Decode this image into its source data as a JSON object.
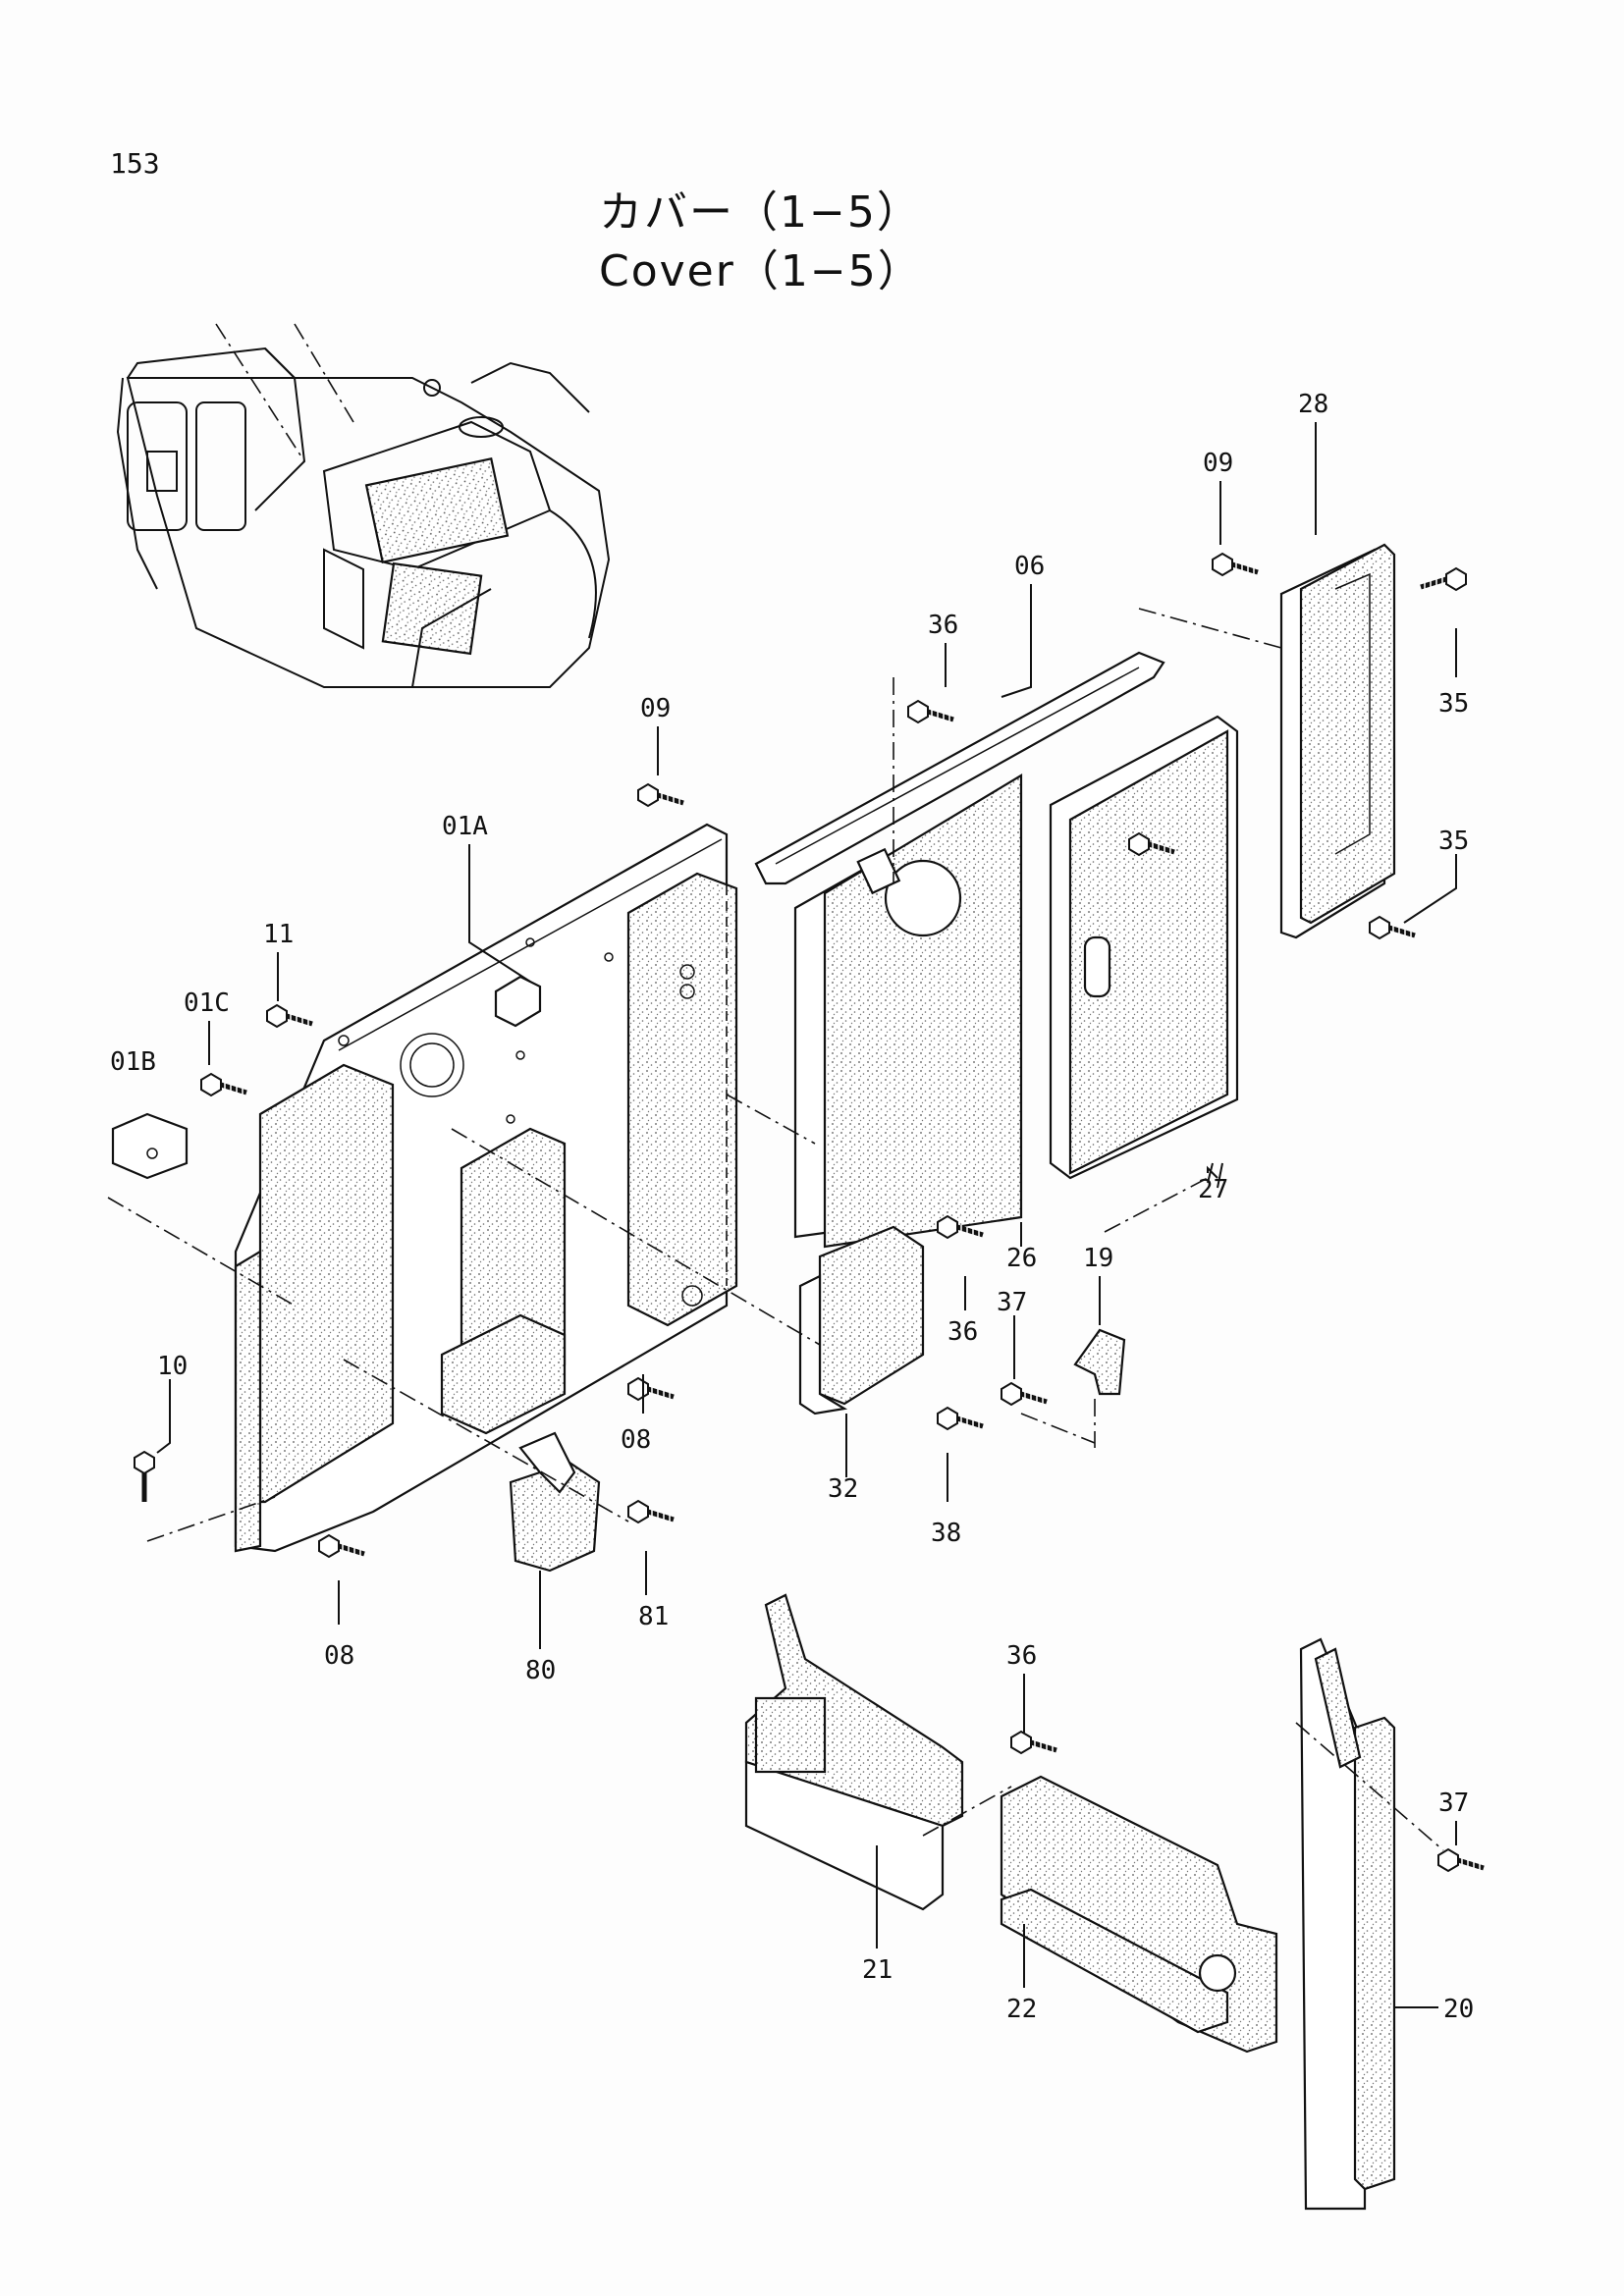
{
  "page_number": "153",
  "title": {
    "japanese": "カバー（1−5）",
    "english": "Cover（1−5）"
  },
  "part_labels": {
    "p28": "28",
    "p09a": "09",
    "p35a": "35",
    "p35b": "35",
    "p06": "06",
    "p36a": "36",
    "p09b": "09",
    "p01A": "01A",
    "p11": "11",
    "p01C": "01C",
    "p01B": "01B",
    "p27": "27",
    "p26": "26",
    "p36b": "36",
    "p19": "19",
    "p37a": "37",
    "p10": "10",
    "p08a": "08",
    "p32": "32",
    "p38": "38",
    "p81": "81",
    "p08b": "08",
    "p80": "80",
    "p36c": "36",
    "p37b": "37",
    "p21": "21",
    "p22": "22",
    "p20": "20"
  }
}
